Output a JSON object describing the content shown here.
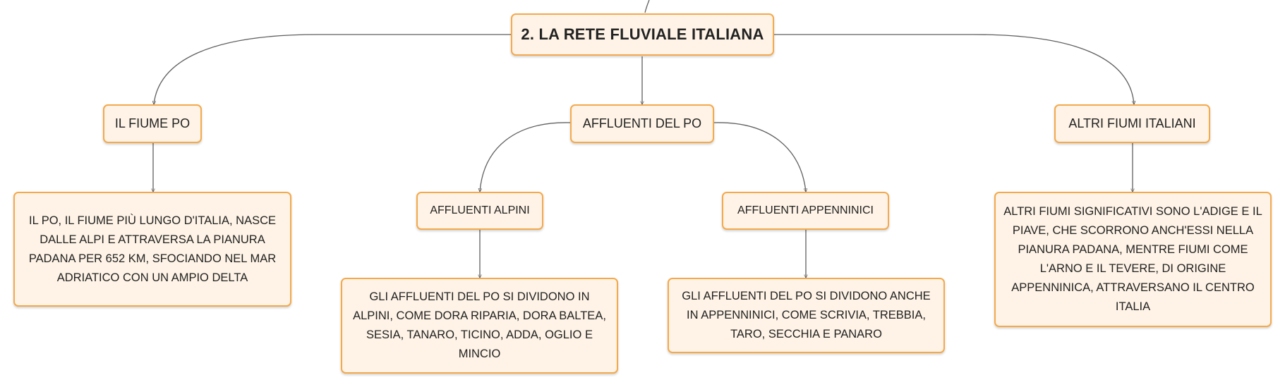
{
  "root": {
    "label": "2. LA RETE FLUVIALE ITALIANA"
  },
  "branches": {
    "po": {
      "label": "IL FIUME PO",
      "text": "IL PO, IL FIUME PIÙ LUNGO D'ITALIA, NASCE DALLE ALPI E ATTRAVERSA LA PIANURA PADANA PER 652 KM, SFOCIANDO NEL MAR ADRIATICO CON UN AMPIO DELTA"
    },
    "affluenti": {
      "label": "AFFLUENTI DEL PO",
      "alpini": {
        "label": "AFFLUENTI ALPINI",
        "text": "GLI AFFLUENTI DEL PO SI DIVIDONO IN ALPINI, COME DORA RIPARIA, DORA BALTEA, SESIA, TANARO, TICINO, ADDA, OGLIO E MINCIO"
      },
      "appenninici": {
        "label": "AFFLUENTI APPENNINICI",
        "text": "GLI AFFLUENTI DEL PO SI DIVIDONO ANCHE IN APPENNINICI, COME SCRIVIA, TREBBIA, TARO, SECCHIA E PANARO"
      }
    },
    "altri": {
      "label": "ALTRI FIUMI ITALIANI",
      "text": "ALTRI FIUMI SIGNIFICATIVI SONO L'ADIGE E IL PIAVE, CHE SCORRONO ANCH'ESSI NELLA PIANURA PADANA, MENTRE FIUMI COME L'ARNO E IL TEVERE, DI ORIGINE APPENNINICA, ATTRAVERSANO IL CENTRO ITALIA"
    }
  },
  "colors": {
    "node_fill": "#fef3e6",
    "node_border": "#f4a94c",
    "edge": "#5f5f5f"
  }
}
